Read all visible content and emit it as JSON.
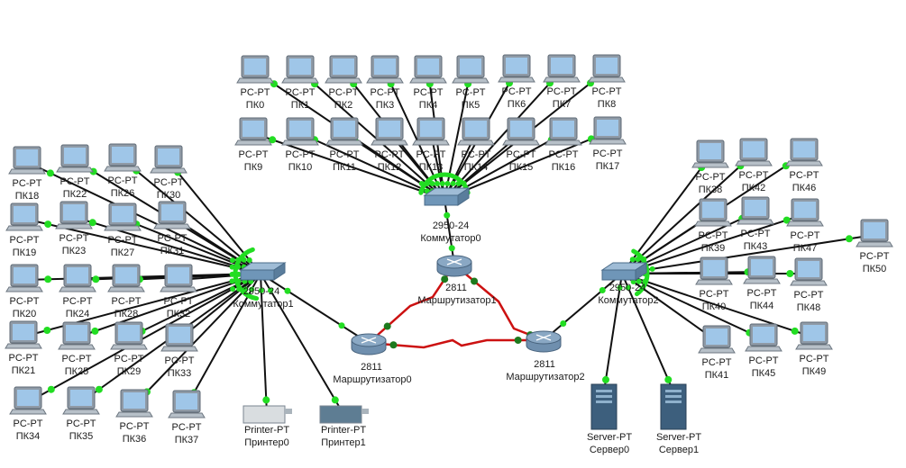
{
  "colors": {
    "link": "#111111",
    "serial_link": "#cc1111",
    "port_up": "#22dd22",
    "port_serial": "#1d7a1d",
    "switch_body": "#6f96b8",
    "router_body": "#8aa8c4",
    "pc_screen": "#9fc6e8",
    "pc_frame": "#8f9aa6",
    "server_body": "#3d5f7d"
  },
  "switches": [
    {
      "id": "sw0",
      "model": "2950-24",
      "name": "Коммутатор0"
    },
    {
      "id": "sw1",
      "model": "2950-24",
      "name": "Коммутатор1"
    },
    {
      "id": "sw2",
      "model": "2950-24",
      "name": "Коммутатор2"
    }
  ],
  "routers": [
    {
      "id": "r0",
      "model": "2811",
      "name": "Маршрутизатор0"
    },
    {
      "id": "r1",
      "model": "2811",
      "name": "Маршрутизатор1"
    },
    {
      "id": "r2",
      "model": "2811",
      "name": "Маршрутизатор2"
    }
  ],
  "pcs": [
    {
      "model": "PC-PT",
      "name": "ПК0",
      "switch": "sw0"
    },
    {
      "model": "PC-PT",
      "name": "ПК1",
      "switch": "sw0"
    },
    {
      "model": "PC-PT",
      "name": "ПК2",
      "switch": "sw0"
    },
    {
      "model": "PC-PT",
      "name": "ПК3",
      "switch": "sw0"
    },
    {
      "model": "PC-PT",
      "name": "ПК4",
      "switch": "sw0"
    },
    {
      "model": "PC-PT",
      "name": "ПК5",
      "switch": "sw0"
    },
    {
      "model": "PC-PT",
      "name": "ПК6",
      "switch": "sw0"
    },
    {
      "model": "PC-PT",
      "name": "ПК7",
      "switch": "sw0"
    },
    {
      "model": "PC-PT",
      "name": "ПК8",
      "switch": "sw0"
    },
    {
      "model": "PC-PT",
      "name": "ПК9",
      "switch": "sw0"
    },
    {
      "model": "PC-PT",
      "name": "ПК10",
      "switch": "sw0"
    },
    {
      "model": "PC-PT",
      "name": "ПК11",
      "switch": "sw0"
    },
    {
      "model": "PC-PT",
      "name": "ПК12",
      "switch": "sw0"
    },
    {
      "model": "PC-PT",
      "name": "ПК13",
      "switch": "sw0"
    },
    {
      "model": "PC-PT",
      "name": "ПК14",
      "switch": "sw0"
    },
    {
      "model": "PC-PT",
      "name": "ПК15",
      "switch": "sw0"
    },
    {
      "model": "PC-PT",
      "name": "ПК16",
      "switch": "sw0"
    },
    {
      "model": "PC-PT",
      "name": "ПК17",
      "switch": "sw0"
    },
    {
      "model": "PC-PT",
      "name": "ПК18",
      "switch": "sw1"
    },
    {
      "model": "PC-PT",
      "name": "ПК22",
      "switch": "sw1"
    },
    {
      "model": "PC-PT",
      "name": "ПК26",
      "switch": "sw1"
    },
    {
      "model": "PC-PT",
      "name": "ПК30",
      "switch": "sw1"
    },
    {
      "model": "PC-PT",
      "name": "ПК19",
      "switch": "sw1"
    },
    {
      "model": "PC-PT",
      "name": "ПК23",
      "switch": "sw1"
    },
    {
      "model": "PC-PT",
      "name": "ПК27",
      "switch": "sw1"
    },
    {
      "model": "PC-PT",
      "name": "ПК31",
      "switch": "sw1"
    },
    {
      "model": "PC-PT",
      "name": "ПК20",
      "switch": "sw1"
    },
    {
      "model": "PC-PT",
      "name": "ПК24",
      "switch": "sw1"
    },
    {
      "model": "PC-PT",
      "name": "ПК28",
      "switch": "sw1"
    },
    {
      "model": "PC-PT",
      "name": "ПК32",
      "switch": "sw1"
    },
    {
      "model": "PC-PT",
      "name": "ПК21",
      "switch": "sw1"
    },
    {
      "model": "PC-PT",
      "name": "ПК25",
      "switch": "sw1"
    },
    {
      "model": "PC-PT",
      "name": "ПК29",
      "switch": "sw1"
    },
    {
      "model": "PC-PT",
      "name": "ПК33",
      "switch": "sw1"
    },
    {
      "model": "PC-PT",
      "name": "ПК34",
      "switch": "sw1"
    },
    {
      "model": "PC-PT",
      "name": "ПК35",
      "switch": "sw1"
    },
    {
      "model": "PC-PT",
      "name": "ПК36",
      "switch": "sw1"
    },
    {
      "model": "PC-PT",
      "name": "ПК37",
      "switch": "sw1"
    },
    {
      "model": "PC-PT",
      "name": "ПК38",
      "switch": "sw2"
    },
    {
      "model": "PC-PT",
      "name": "ПК42",
      "switch": "sw2"
    },
    {
      "model": "PC-PT",
      "name": "ПК46",
      "switch": "sw2"
    },
    {
      "model": "PC-PT",
      "name": "ПК39",
      "switch": "sw2"
    },
    {
      "model": "PC-PT",
      "name": "ПК43",
      "switch": "sw2"
    },
    {
      "model": "PC-PT",
      "name": "ПК47",
      "switch": "sw2"
    },
    {
      "model": "PC-PT",
      "name": "ПК50",
      "switch": "sw2"
    },
    {
      "model": "PC-PT",
      "name": "ПК40",
      "switch": "sw2"
    },
    {
      "model": "PC-PT",
      "name": "ПК44",
      "switch": "sw2"
    },
    {
      "model": "PC-PT",
      "name": "ПК48",
      "switch": "sw2"
    },
    {
      "model": "PC-PT",
      "name": "ПК41",
      "switch": "sw2"
    },
    {
      "model": "PC-PT",
      "name": "ПК45",
      "switch": "sw2"
    },
    {
      "model": "PC-PT",
      "name": "ПК49",
      "switch": "sw2"
    }
  ],
  "printers": [
    {
      "model": "Printer-PT",
      "name": "Принтер0",
      "switch": "sw1"
    },
    {
      "model": "Printer-PT",
      "name": "Принтер1",
      "switch": "sw1"
    }
  ],
  "servers": [
    {
      "model": "Server-PT",
      "name": "Сервер0",
      "switch": "sw2"
    },
    {
      "model": "Server-PT",
      "name": "Сервер1",
      "switch": "sw2"
    }
  ],
  "links": [
    {
      "from": "sw0",
      "to": "r1",
      "type": "ethernet"
    },
    {
      "from": "sw1",
      "to": "r0",
      "type": "ethernet"
    },
    {
      "from": "sw2",
      "to": "r2",
      "type": "ethernet"
    },
    {
      "from": "r0",
      "to": "r1",
      "type": "serial"
    },
    {
      "from": "r1",
      "to": "r2",
      "type": "serial"
    },
    {
      "from": "r0",
      "to": "r2",
      "type": "serial"
    }
  ]
}
